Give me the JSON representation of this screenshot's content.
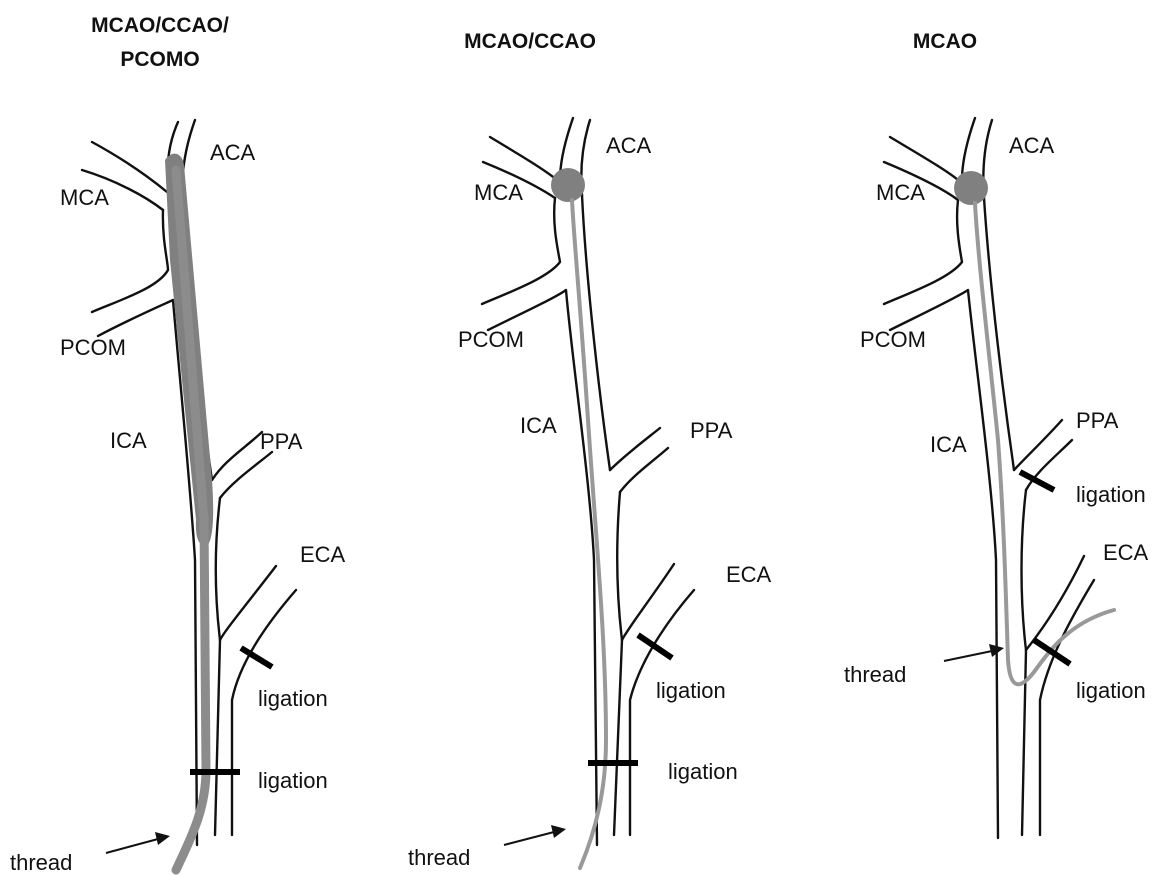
{
  "panels": [
    {
      "title_lines": [
        "MCAO/CCAO/",
        "PCOMO"
      ],
      "labels": {
        "aca": "ACA",
        "mca": "MCA",
        "pcom": "PCOM",
        "ica": "ICA",
        "ppa": "PPA",
        "eca": "ECA",
        "ligation_1": "ligation",
        "ligation_2": "ligation",
        "thread": "thread"
      }
    },
    {
      "title_lines": [
        "MCAO/CCAO"
      ],
      "labels": {
        "aca": "ACA",
        "mca": "MCA",
        "pcom": "PCOM",
        "ica": "ICA",
        "ppa": "PPA",
        "eca": "ECA",
        "ligation_1": "ligation",
        "ligation_2": "ligation",
        "thread": "thread"
      }
    },
    {
      "title_lines": [
        "MCAO"
      ],
      "labels": {
        "aca": "ACA",
        "mca": "MCA",
        "pcom": "PCOM",
        "ica": "ICA",
        "ppa": "PPA",
        "ligation_ppa": "ligation",
        "eca": "ECA",
        "ligation_eca": "ligation",
        "thread": "thread"
      }
    }
  ],
  "colors": {
    "vessel": "#111111",
    "thread": "#999999",
    "occlusion": "#808080"
  }
}
